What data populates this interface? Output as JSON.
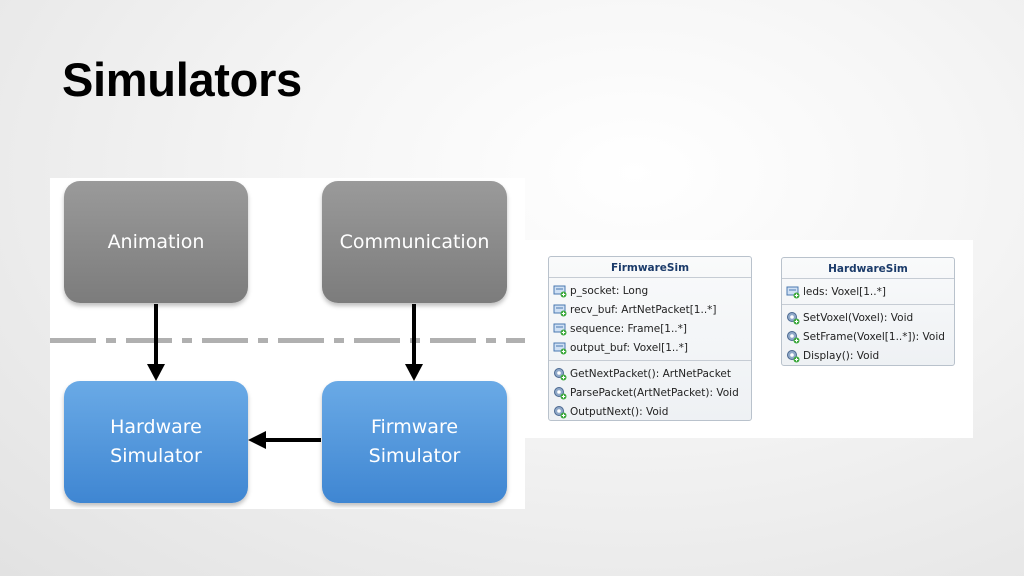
{
  "slide": {
    "title": "Simulators"
  },
  "flow": {
    "animation": "Animation",
    "communication": "Communication",
    "hardware_line1": "Hardware",
    "hardware_line2": "Simulator",
    "firmware_line1": "Firmware",
    "firmware_line2": "Simulator"
  },
  "firmware_sim": {
    "name": "FirmwareSim",
    "attributes": [
      "p_socket: Long",
      "recv_buf: ArtNetPacket[1..*]",
      "sequence: Frame[1..*]",
      "output_buf: Voxel[1..*]"
    ],
    "methods": [
      "GetNextPacket(): ArtNetPacket",
      "ParsePacket(ArtNetPacket): Void",
      "OutputNext(): Void"
    ]
  },
  "hardware_sim": {
    "name": "HardwareSim",
    "attributes": [
      "leds: Voxel[1..*]"
    ],
    "methods": [
      "SetVoxel(Voxel): Void",
      "SetFrame(Voxel[1..*]): Void",
      "Display(): Void"
    ]
  },
  "icons": {
    "attribute": "field-icon",
    "method": "method-icon"
  },
  "colors": {
    "gray_box": "#8a8a8a",
    "blue_box": "#4d94dc",
    "uml_header": "#1b3b6a"
  }
}
